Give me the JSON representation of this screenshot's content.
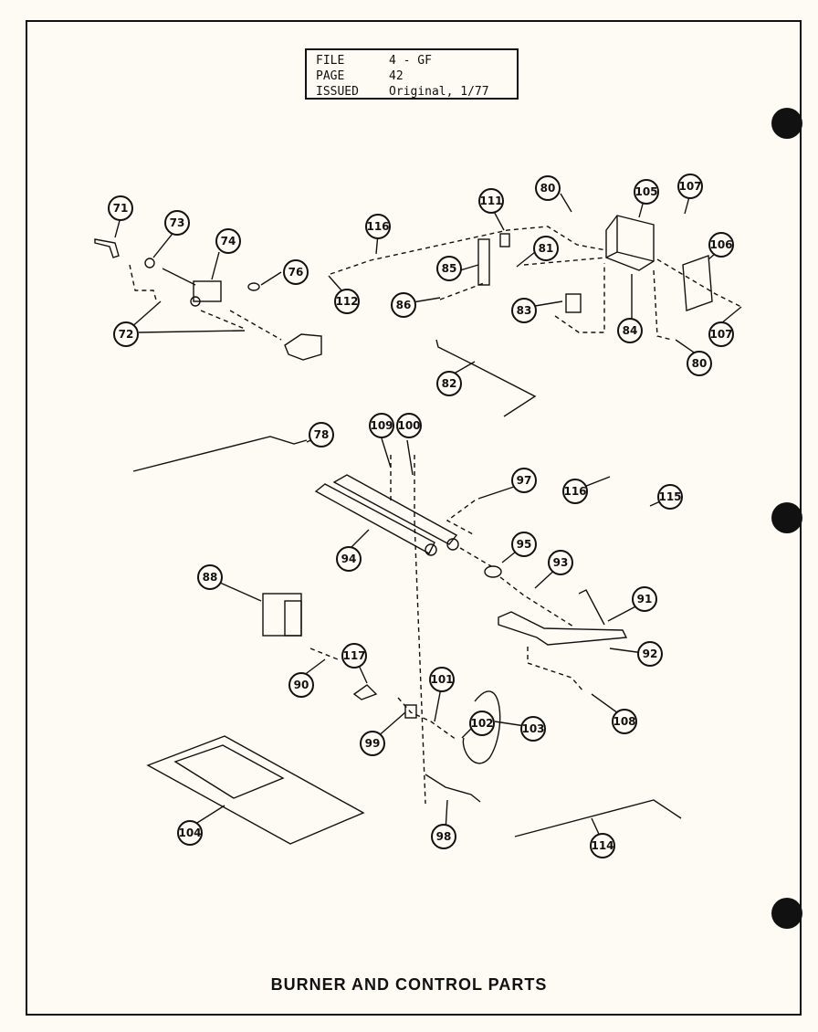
{
  "header": {
    "file_label": "FILE",
    "file_value": "4 - GF",
    "page_label": "PAGE",
    "page_value": "42",
    "issued_label": "ISSUED",
    "issued_value": "Original, 1/77"
  },
  "title": "BURNER AND CONTROL PARTS",
  "callouts": [
    "71",
    "73",
    "74",
    "76",
    "72",
    "116",
    "112",
    "111",
    "85",
    "81",
    "86",
    "83",
    "82",
    "80",
    "105",
    "107",
    "106",
    "84",
    "107",
    "80",
    "78",
    "109",
    "100",
    "97",
    "116",
    "115",
    "94",
    "95",
    "93",
    "91",
    "92",
    "88",
    "117",
    "90",
    "101",
    "102",
    "103",
    "99",
    "108",
    "104",
    "98",
    "114"
  ]
}
